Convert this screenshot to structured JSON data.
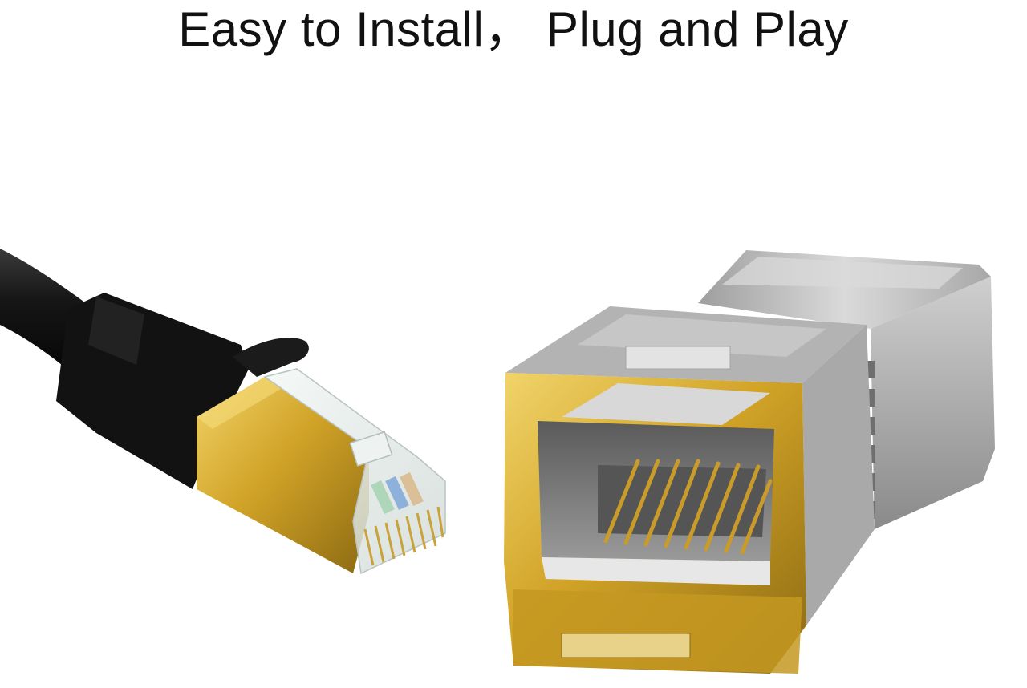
{
  "headline": "Easy to Install， Plug and Play",
  "colors": {
    "background": "#ffffff",
    "text": "#111111",
    "cable": "#141414",
    "gold": "#d2a526",
    "metal": "#b8b8b8"
  },
  "objects": {
    "left": "rj45-cable-plug",
    "right": "sfp-copper-transceiver-module"
  }
}
